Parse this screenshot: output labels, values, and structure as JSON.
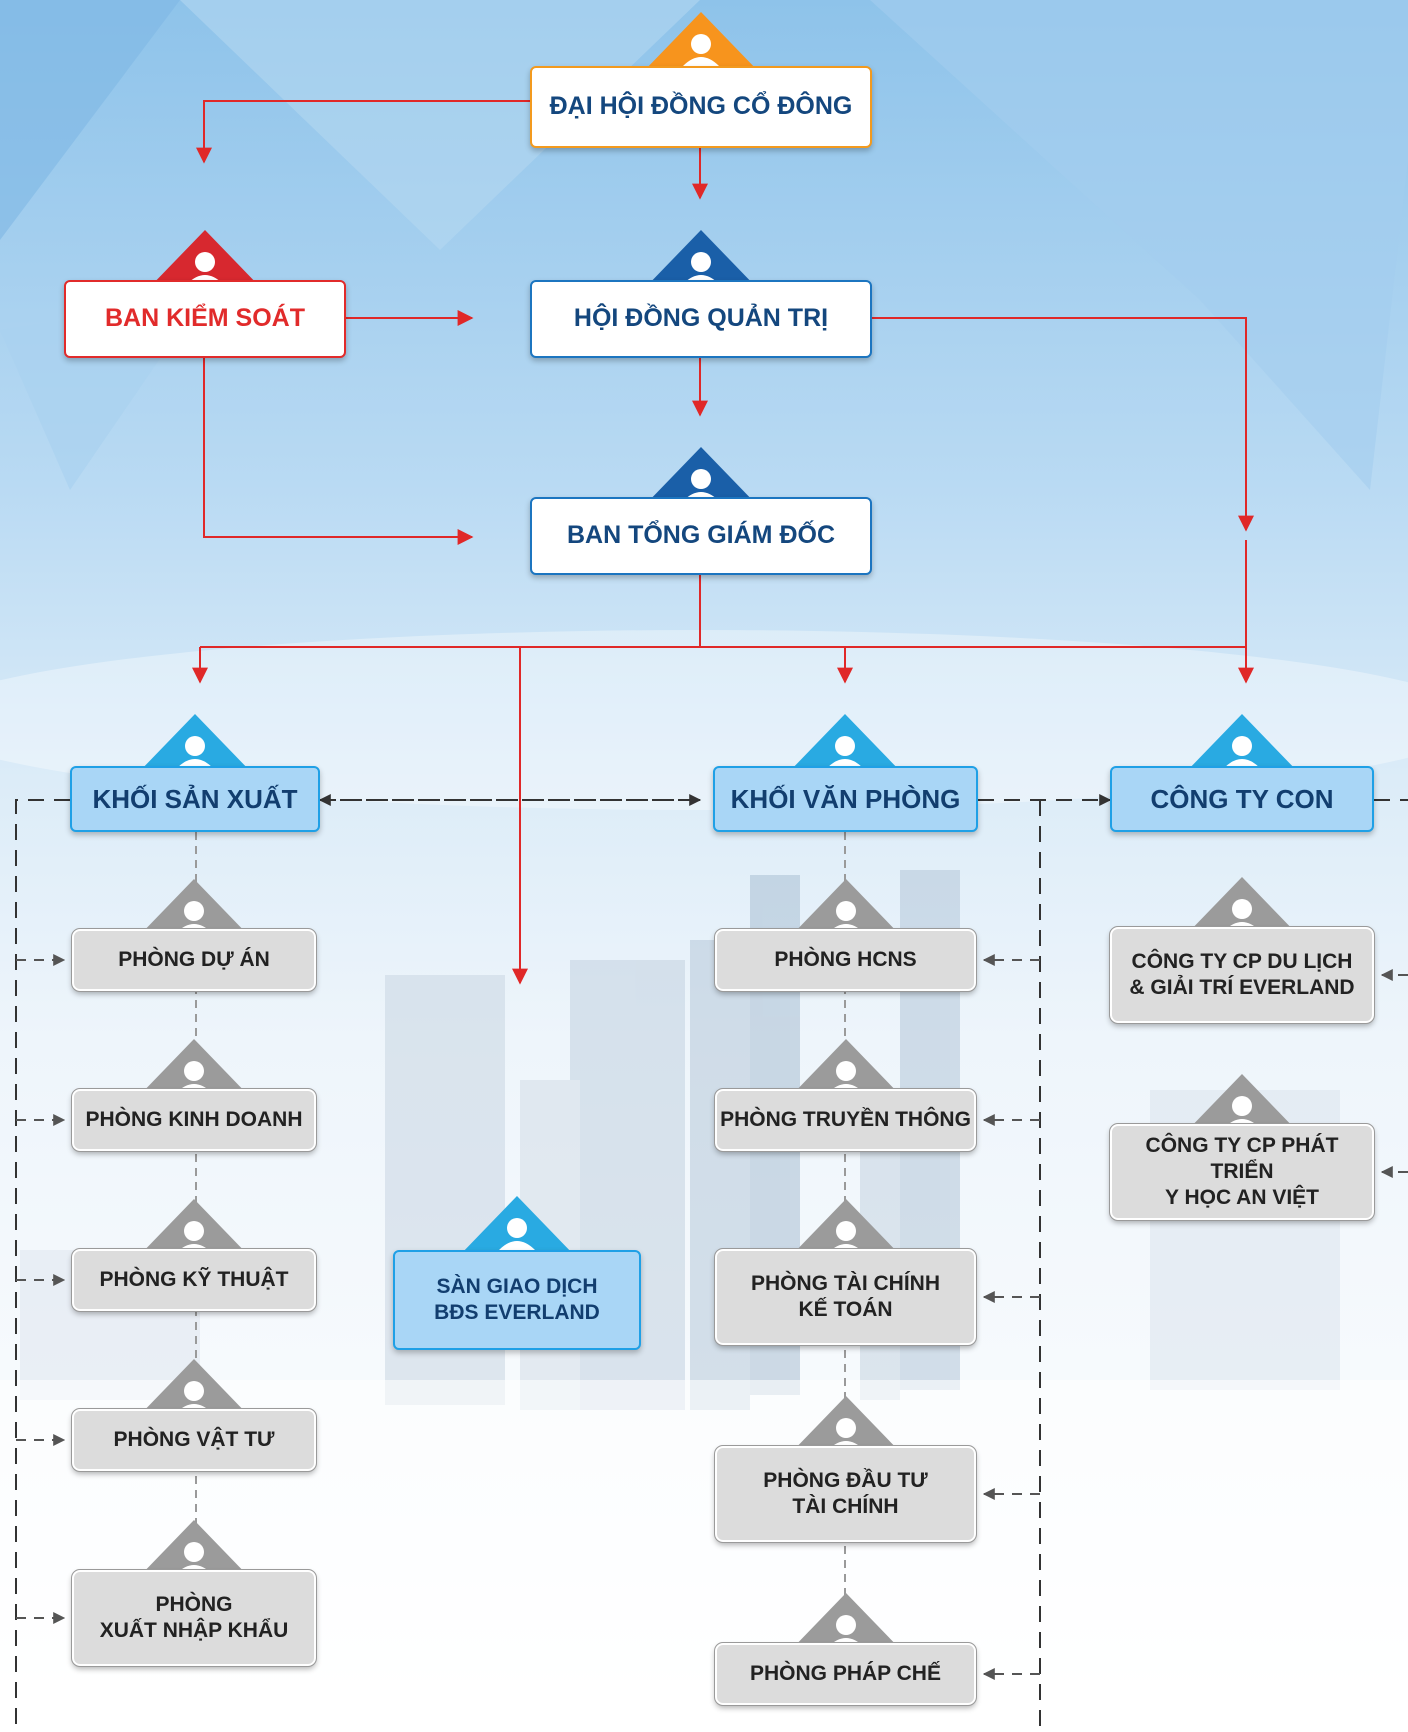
{
  "colors": {
    "top": "#f7941d",
    "audit": "#d7282f",
    "board": "#1a5fa8",
    "division": "#29aae2",
    "department": "#9b9b9b",
    "connector": "#e02828",
    "dashed": "#444444"
  },
  "top": {
    "shareholders": "ĐẠI HỘI ĐỒNG CỔ ĐÔNG",
    "supervisory": "BAN KIỂM SOÁT",
    "board": "HỘI ĐỒNG QUẢN TRỊ",
    "executive": "BAN TỔNG GIÁM ĐỐC"
  },
  "divisions": {
    "production": "KHỐI SẢN XUẤT",
    "office": "KHỐI VĂN PHÒNG",
    "subsidiaries": "CÔNG TY CON"
  },
  "exchange": "SÀN GIAO DỊCH\nBĐS EVERLAND",
  "production_departments": [
    "PHÒNG DỰ ÁN",
    "PHÒNG KINH DOANH",
    "PHÒNG KỸ THUẬT",
    "PHÒNG VẬT TƯ",
    "PHÒNG\nXUẤT NHẬP KHẨU"
  ],
  "office_departments": [
    "PHÒNG HCNS",
    "PHÒNG TRUYỀN THÔNG",
    "PHÒNG TÀI CHÍNH\nKẾ TOÁN",
    "PHÒNG ĐẦU TƯ\nTÀI CHÍNH",
    "PHÒNG PHÁP CHẾ"
  ],
  "subsidiaries": [
    "CÔNG TY CP DU LỊCH\n& GIẢI TRÍ EVERLAND",
    "CÔNG TY CP PHÁT TRIỂN\nY HỌC AN VIỆT"
  ]
}
